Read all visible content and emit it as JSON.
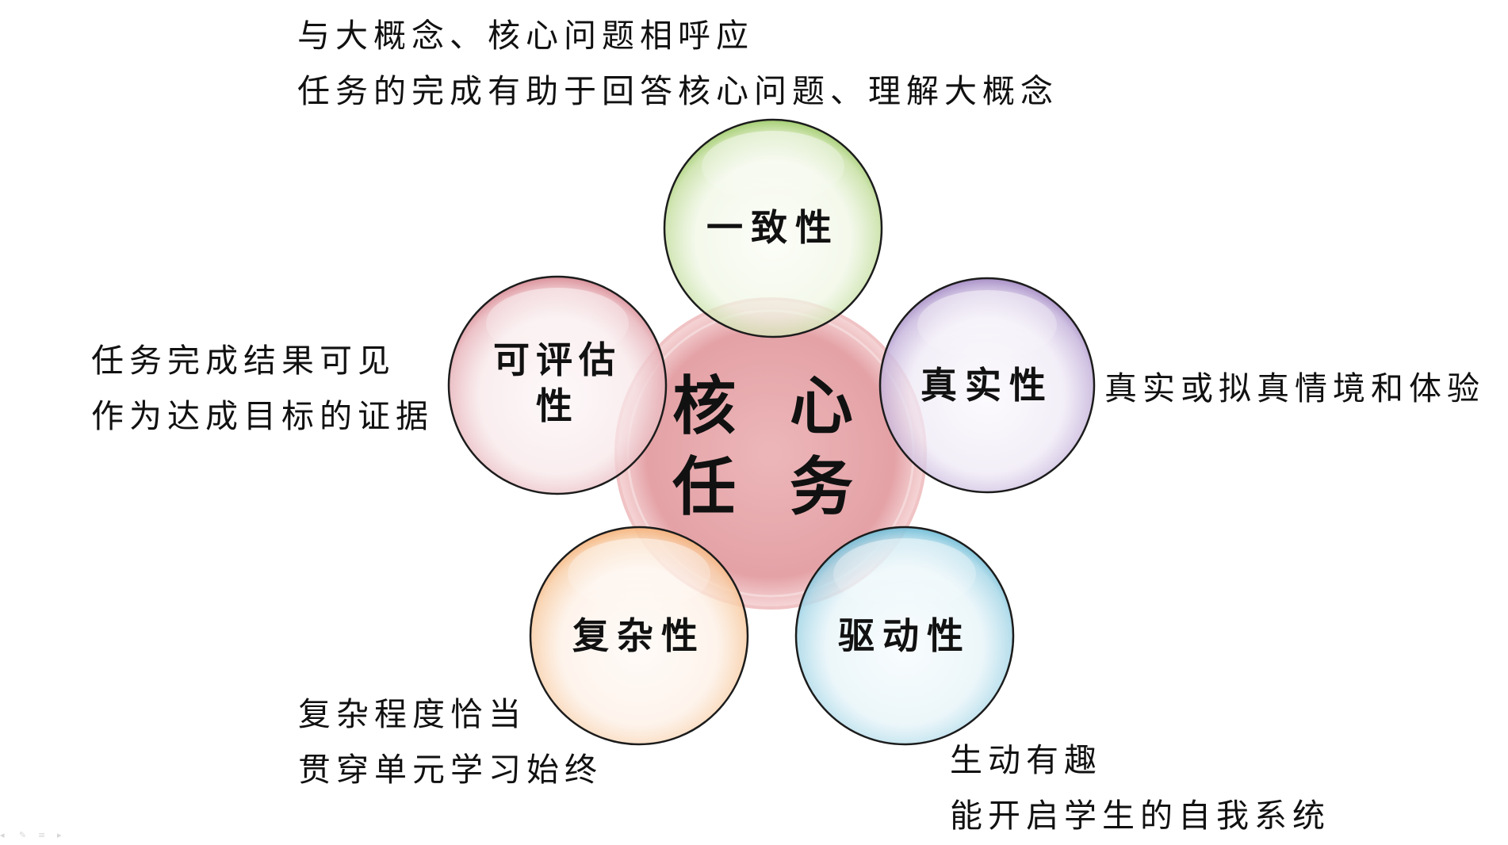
{
  "center": {
    "line1": "核 心",
    "line2": "任 务"
  },
  "circles": [
    {
      "id": "consistency",
      "label_lines": [
        "一致性"
      ],
      "color": "#9fcb6a",
      "notes": [
        "与大概念、核心问题相呼应",
        "任务的完成有助于回答核心问题、理解大概念"
      ]
    },
    {
      "id": "authenticity",
      "label_lines": [
        "真实性"
      ],
      "color": "#a48ac4",
      "notes": [
        "真实或拟真情境和体验"
      ]
    },
    {
      "id": "drive",
      "label_lines": [
        "驱动性"
      ],
      "color": "#6fbcd6",
      "notes": [
        "生动有趣",
        "能开启学生的自我系统"
      ]
    },
    {
      "id": "complexity",
      "label_lines": [
        "复杂性"
      ],
      "color": "#f5b27a",
      "notes": [
        "复杂程度恰当",
        "贯穿单元学习始终"
      ]
    },
    {
      "id": "assessability",
      "label_lines": [
        "可评估",
        "性"
      ],
      "color": "#d98b95",
      "notes": [
        "任务完成结果可见",
        "作为达成目标的证据"
      ]
    }
  ],
  "colors": {
    "center": "#e59a9e",
    "outline": "#1c1c1c"
  }
}
